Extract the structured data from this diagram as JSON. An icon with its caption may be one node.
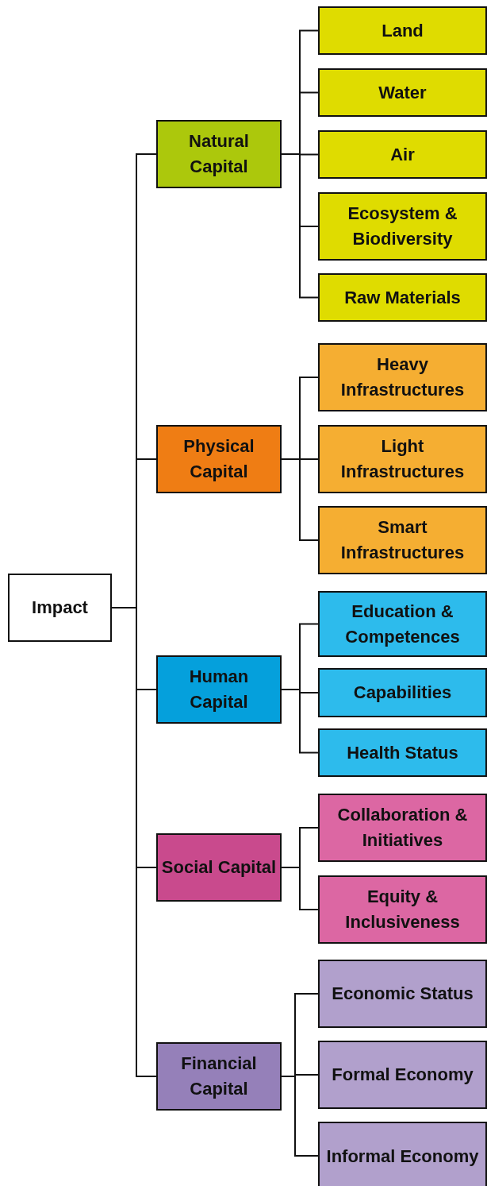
{
  "diagram": {
    "nodes": [
      {
        "text": [
          "Impact"
        ]
      },
      {
        "text": [
          "Natural Capital"
        ]
      },
      {
        "text": [
          "Land"
        ]
      },
      {
        "text": [
          "Water"
        ]
      },
      {
        "text": [
          "Air"
        ]
      },
      {
        "text": [
          "Ecosystem & Biodiversity"
        ]
      },
      {
        "text": [
          "Raw Materials"
        ]
      },
      {
        "text": [
          "Physical Capital"
        ]
      },
      {
        "text": [
          "Heavy Infrastructures"
        ]
      },
      {
        "text": [
          "Light Infrastructures"
        ]
      },
      {
        "text": [
          "Smart Infrastructures"
        ]
      },
      {
        "text": [
          "Human Capital"
        ]
      },
      {
        "text": [
          "Education & Competences"
        ]
      },
      {
        "text": [
          "Capabilities"
        ]
      },
      {
        "text": [
          "Health Status"
        ]
      },
      {
        "text": [
          "Social Capital"
        ]
      },
      {
        "text": [
          "Collaboration & Initiatives"
        ]
      },
      {
        "text": [
          "Equity & Inclusiveness"
        ]
      },
      {
        "text": [
          "Financial Capital"
        ]
      },
      {
        "text": [
          "Economic Status"
        ]
      },
      {
        "text": [
          "Formal Economy"
        ]
      },
      {
        "text": [
          "Informal Economy"
        ]
      }
    ],
    "edges": [
      {
        "from": 0,
        "to": 1,
        "arrow": "none"
      },
      {
        "from": 0,
        "to": 7,
        "arrow": "none"
      },
      {
        "from": 0,
        "to": 11,
        "arrow": "none"
      },
      {
        "from": 0,
        "to": 15,
        "arrow": "none"
      },
      {
        "from": 0,
        "to": 18,
        "arrow": "none"
      },
      {
        "from": 1,
        "to": 2,
        "arrow": "none"
      },
      {
        "from": 1,
        "to": 3,
        "arrow": "none"
      },
      {
        "from": 1,
        "to": 4,
        "arrow": "none"
      },
      {
        "from": 1,
        "to": 5,
        "arrow": "none"
      },
      {
        "from": 1,
        "to": 6,
        "arrow": "none"
      },
      {
        "from": 7,
        "to": 8,
        "arrow": "none"
      },
      {
        "from": 7,
        "to": 9,
        "arrow": "none"
      },
      {
        "from": 7,
        "to": 10,
        "arrow": "none"
      },
      {
        "from": 11,
        "to": 12,
        "arrow": "none"
      },
      {
        "from": 11,
        "to": 13,
        "arrow": "none"
      },
      {
        "from": 11,
        "to": 14,
        "arrow": "none"
      },
      {
        "from": 15,
        "to": 16,
        "arrow": "none"
      },
      {
        "from": 15,
        "to": 17,
        "arrow": "none"
      },
      {
        "from": 18,
        "to": 19,
        "arrow": "none"
      },
      {
        "from": 18,
        "to": 20,
        "arrow": "none"
      },
      {
        "from": 18,
        "to": 21,
        "arrow": "none"
      }
    ]
  }
}
